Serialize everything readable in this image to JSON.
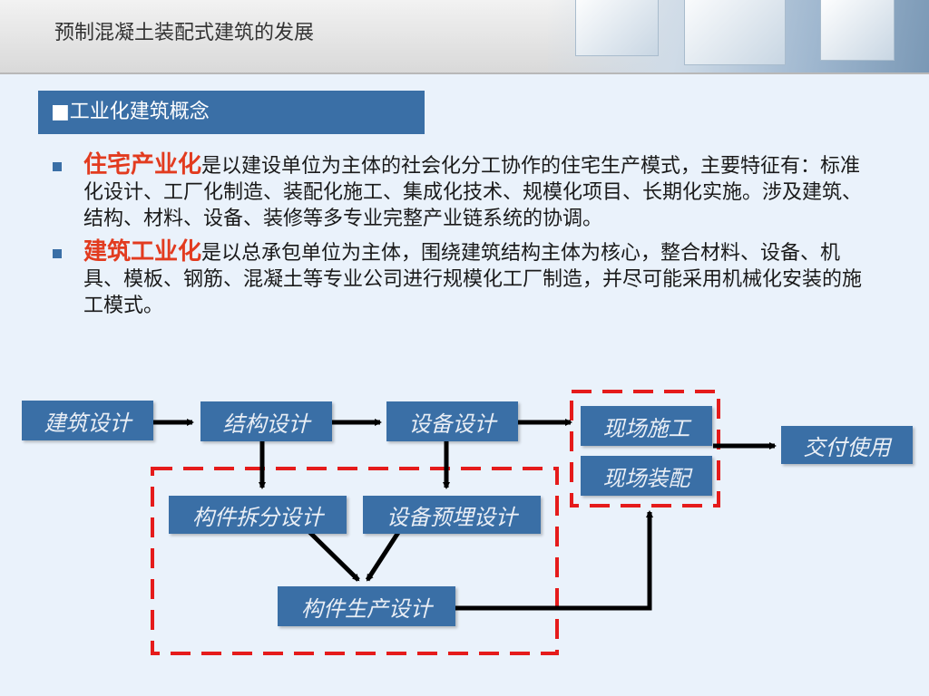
{
  "header": {
    "title": "预制混凝土装配式建筑的发展"
  },
  "section": {
    "title": "■工业化建筑概念"
  },
  "bullets": [
    {
      "highlight": "住宅产业化",
      "text": "是以建设单位为主体的社会化分工协作的住宅生产模式，主要特征有：标准化设计、工厂化制造、装配化施工、集成化技术、规模化项目、长期化实施。涉及建筑、结构、材料、设备、装修等多专业完整产业链系统的协调。"
    },
    {
      "highlight": "建筑工业化",
      "text": "是以总承包单位为主体，围绕建筑结构主体为核心，整合材料、设备、机具、模板、钢筋、混凝土等专业公司进行规模化工厂制造，并尽可能采用机械化安装的施工模式。"
    }
  ],
  "diagram": {
    "nodes": {
      "arch": "建筑设计",
      "struct": "结构设计",
      "equip": "设备设计",
      "split": "构件拆分设计",
      "embed": "设备预埋设计",
      "prod": "构件生产设计",
      "site_build": "现场施工",
      "site_assemble": "现场装配",
      "deliver": "交付使用"
    },
    "colors": {
      "box": "#3a6fa6",
      "dash": "#e51b1b",
      "arrow": "#000000",
      "highlight": "#e23b1f"
    }
  }
}
